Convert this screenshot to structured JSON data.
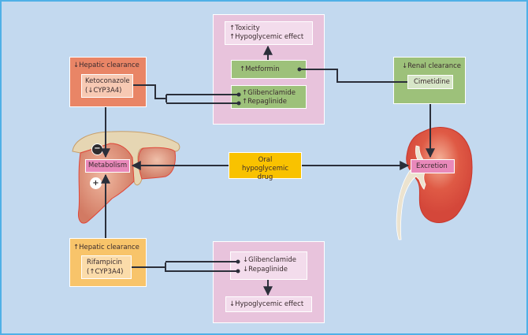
{
  "colors": {
    "background": "#c3d9ef",
    "frame": "#4fb0e6",
    "pink_panel": "#e8c3dc",
    "pink_inner": "#f3dcec",
    "green": "#9dc17a",
    "green_inner": "#d7e6c8",
    "orange": "#e98566",
    "orange_inner": "#f7c9b3",
    "yellow": "#f8c46a",
    "yellow_inner": "#fbdcaa",
    "drug_box": "#f9c200",
    "process_box": "#e989ba",
    "liver": "#d9826a",
    "kidney": "#db4a3a",
    "line": "#2b2f3a"
  },
  "central": {
    "drug": "Oral hypoglycemic drug"
  },
  "liver": {
    "label": "Metabolism",
    "inhibit_sign": "−",
    "induce_sign": "+"
  },
  "kidney": {
    "label": "Excretion"
  },
  "ketoconazole": {
    "header": "↓Hepatic clearance",
    "name": "Ketoconazole",
    "effect": "(↓CYP3A4)"
  },
  "rifampicin": {
    "header": "↑Hepatic clearance",
    "name": "Rifampicin",
    "effect": "(↑CYP3A4)"
  },
  "cimetidine": {
    "header": "↓Renal clearance",
    "name": "Cimetidine"
  },
  "top_panel": {
    "outcome": [
      "↑Toxicity",
      "↑Hypoglycemic effect"
    ],
    "metformin": "↑Metformin",
    "drugs": [
      "↑Glibenclamide",
      "↑Repaglinide"
    ]
  },
  "bottom_panel": {
    "drugs": [
      "↓Glibenclamide",
      "↓Repaglinide"
    ],
    "outcome": "↓Hypoglycemic effect"
  }
}
